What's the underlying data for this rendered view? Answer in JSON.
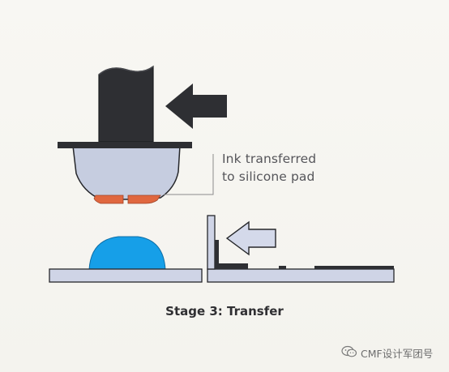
{
  "diagram": {
    "annotation_lines": [
      "Ink transferred",
      "to silicone pad"
    ],
    "caption": "Stage 3: Transfer",
    "colors": {
      "stamp": "#2e2f33",
      "pad": "#c6cde0",
      "ink": "#e0673f",
      "substrate": "#cfd4e6",
      "dome": "#169fe8",
      "arrow_outline": "#d4d9ea",
      "outline": "#26272b",
      "leader_line": "#8c8c8c"
    }
  },
  "watermark": {
    "icon": "wechat-icon",
    "text": "CMF设计军团号"
  }
}
